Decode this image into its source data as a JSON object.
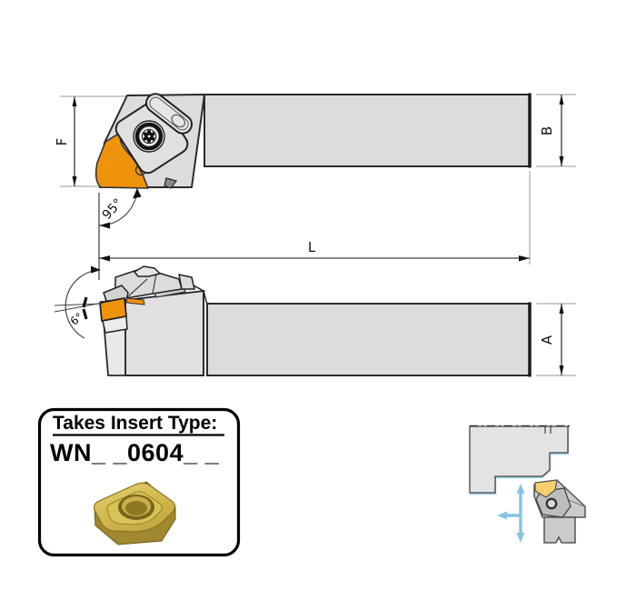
{
  "diagram": {
    "top_view": {
      "label_f": "F",
      "label_b": "B",
      "label_l": "L",
      "angle_lead": "95°"
    },
    "side_view": {
      "label_a": "A",
      "angle_rake": "6°"
    },
    "insert_box": {
      "title": "Takes Insert Type:",
      "insert_code": "WN_ _0604_ _"
    },
    "colors": {
      "tool_gray": "#dcdcdc",
      "outline": "#2b2b2b",
      "insert_orange": "#f0930c",
      "insert_gold": "#d9c258",
      "insert_gold_dark": "#a08830",
      "highlight_blue": "#a6d4ee",
      "arrow_blue": "#85c3e6"
    }
  }
}
